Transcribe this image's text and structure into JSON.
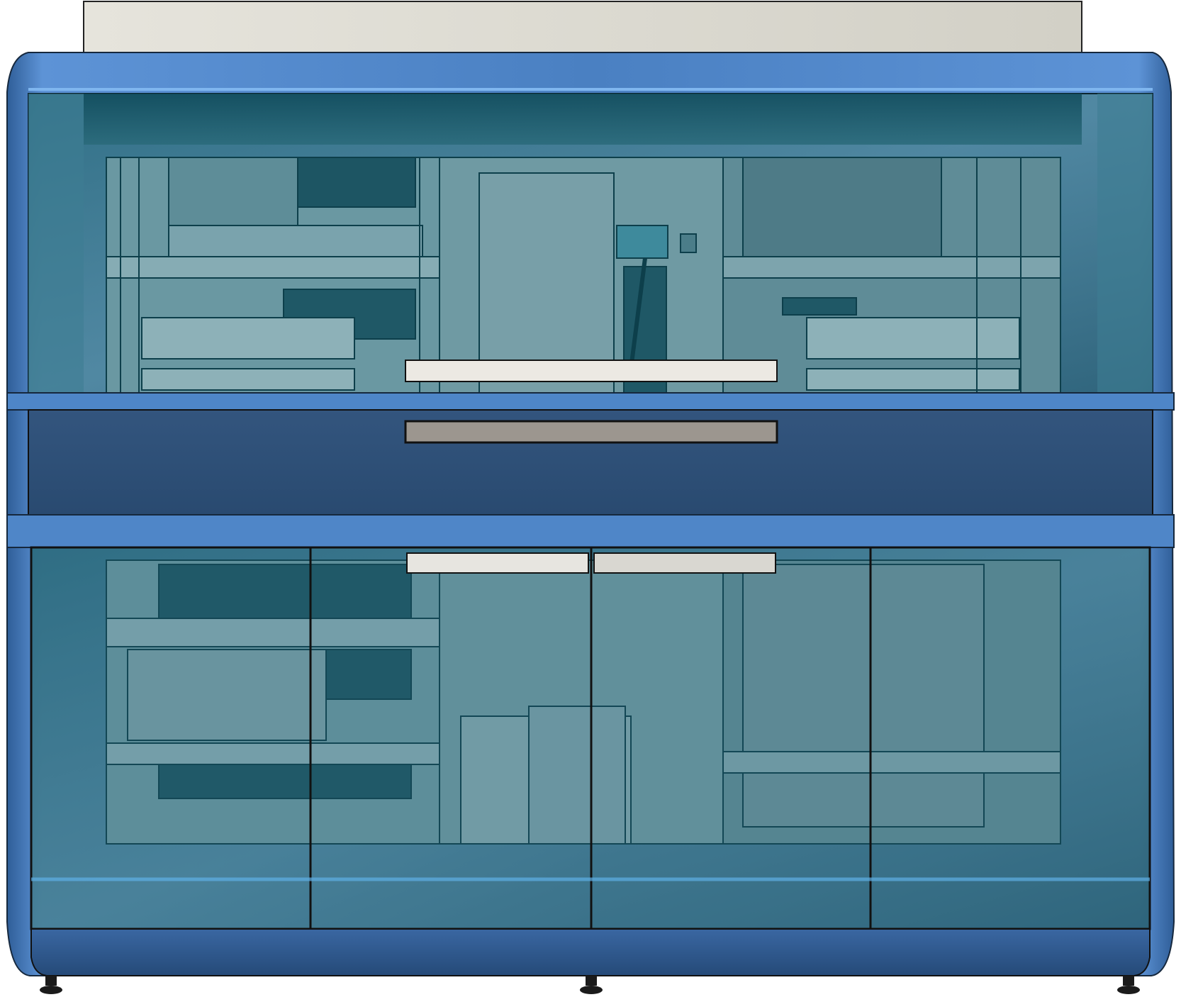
{
  "scene": {
    "subject": "automation-cabinet-front-view",
    "colors": {
      "frame_blue": "#3f73b3",
      "frame_dark": "#2c4f78",
      "glass_teal": "#2e6d80",
      "glass_light": "#6a98a2",
      "top_panel": "#dcdad2",
      "handle_light": "#e9e7e2",
      "handle_gray": "#9c968f",
      "outline": "#111111"
    },
    "components": {
      "upper_window": "upper-glass-window",
      "drawer": "middle-drawer",
      "lower_doors": 4,
      "leveling_feet": 3
    }
  }
}
